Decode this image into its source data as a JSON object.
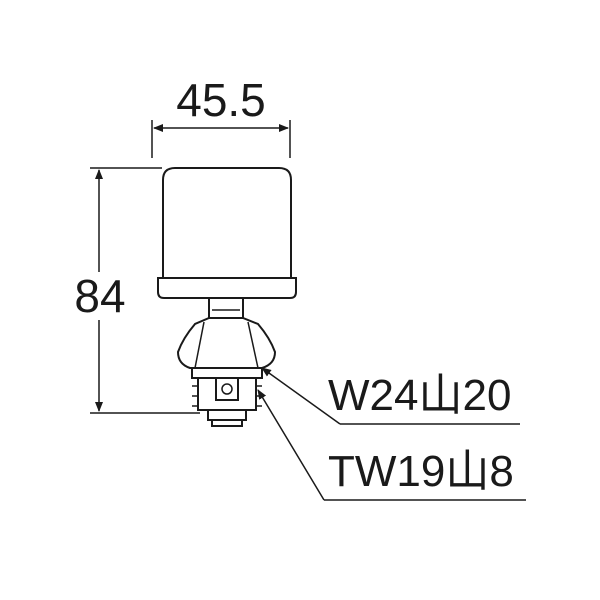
{
  "dimensions": {
    "width": "45.5",
    "height": "84"
  },
  "callouts": {
    "upper_thread": "W24山20",
    "lower_thread": "TW19山8"
  }
}
